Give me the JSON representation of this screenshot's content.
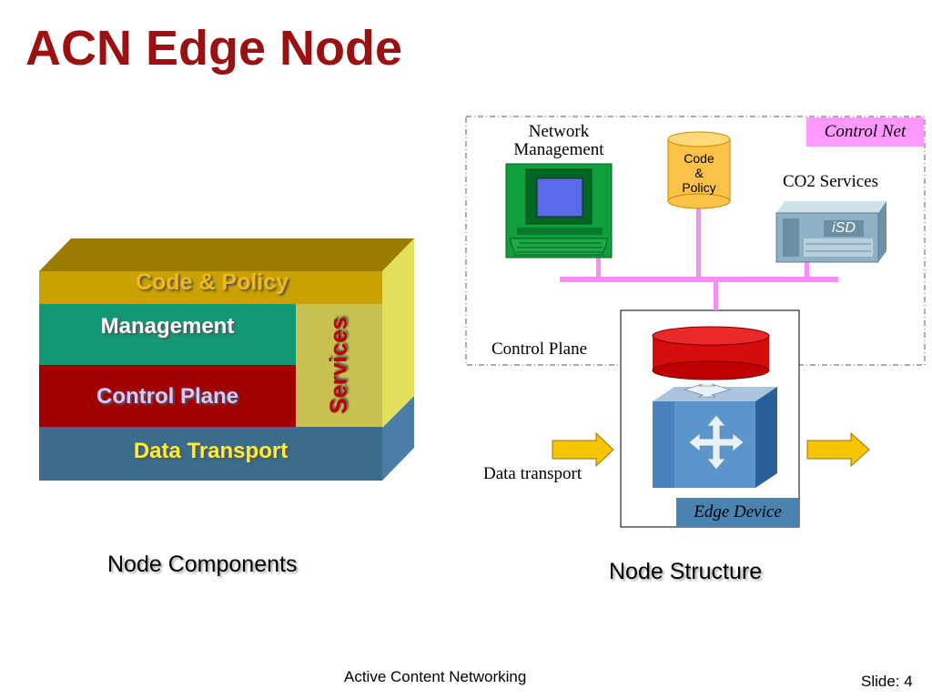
{
  "slide": {
    "title": "ACN Edge Node",
    "footer_center": "Active Content Networking",
    "footer_right": "Slide: 4"
  },
  "components": {
    "code_policy": "Code & Policy",
    "management": "Management",
    "control_plane": "Control Plane",
    "services": "Services",
    "data_transport": "Data Transport",
    "caption": "Node Components"
  },
  "structure": {
    "control_net": "Control Net",
    "network_management_line1": "Network",
    "network_management_line2": "Management",
    "code_line1": "Code",
    "code_line2": "&",
    "code_line3": "Policy",
    "co2_services": "CO2 Services",
    "isd": "iSD",
    "control_plane": "Control Plane",
    "data_transport": "Data transport",
    "edge_device": "Edge Device",
    "caption": "Node Structure"
  },
  "colors": {
    "title": "#9b1010",
    "code_policy": "#c9a100",
    "management": "#139873",
    "control_plane": "#a00000",
    "services": "#c8c050",
    "data_transport": "#3b6c8c",
    "control_net_bg": "#ff99ff",
    "bus": "#f48ef4",
    "arrow": "#f7c400"
  }
}
